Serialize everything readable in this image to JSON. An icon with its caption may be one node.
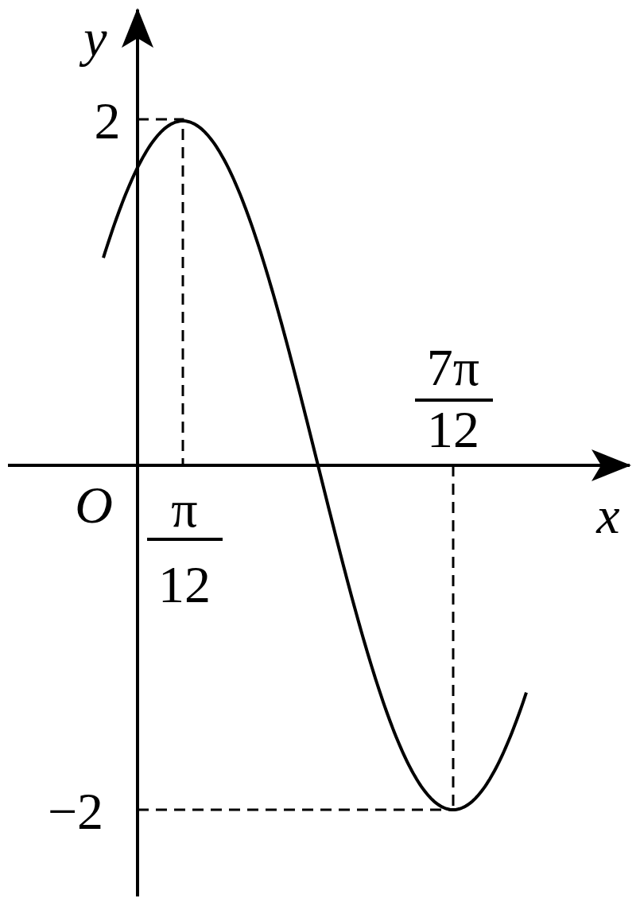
{
  "diagram": {
    "labels": [
      "y",
      "2",
      "7π",
      "12",
      "O",
      "x",
      "π",
      "12",
      "−2"
    ]
  }
}
